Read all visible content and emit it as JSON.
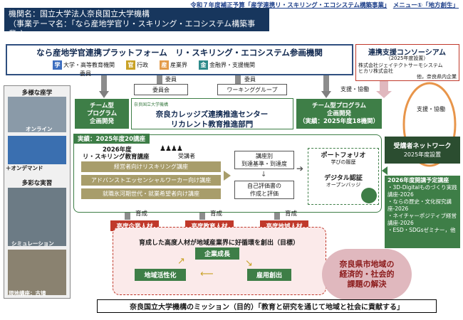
{
  "header": {
    "year_budget": "令和７年度補正予算",
    "project_prefix": "「産学連携リ・スキリング・エコシステム構築事業」",
    "menu": "メニュー①「地方創生」",
    "institution": "機関名：国立大学法人奈良国立大学機構",
    "theme": "（事業テーマ名：「なら産地学官リ・スキリング・エコシステム構築事業」）"
  },
  "platform": {
    "title": "なら産地学官連携プラットフォーム　リ・スキリング・エコシステム参画機関",
    "tags": [
      {
        "mark": "学",
        "label": "大学・高等教育機関",
        "color": "#3d6ebf"
      },
      {
        "mark": "官",
        "label": "行政",
        "color": "#c9a227"
      },
      {
        "mark": "産",
        "label": "産業界",
        "color": "#e39b4a"
      },
      {
        "mark": "金",
        "label": "金融界・支援機関",
        "color": "#2e8b8b"
      }
    ]
  },
  "consortium": {
    "title": "連携支援コンソーシアム",
    "year": "（2025年度設置）",
    "line1": "株式会社ジェイテクトサーモシステム",
    "line2": "ヒカリ株式会社",
    "line3": "他，奈良県内企業"
  },
  "labels": {
    "iin1": "委員",
    "iin2": "委員",
    "iin3": "委員",
    "shien_kyodo1": "支援・協働",
    "shien_kyodo2": "支援・協働",
    "iinkai": "委員会",
    "working_group": "ワーキンググループ"
  },
  "team_left": {
    "line1": "チーム型",
    "line2": "プログラム",
    "line3": "企画開発"
  },
  "team_right": {
    "line1": "チーム型プログラム",
    "line2": "企画開発",
    "line3": "（実績：2025年度18機関）"
  },
  "center": {
    "logo": "奈良国立大学機構",
    "line1": "奈良カレッジズ連携推進センター",
    "line2": "リカレント教育推進部門"
  },
  "left_column": {
    "title1": "多様な座学",
    "online": "オンライン",
    "ondemand": "＋オンデマンド",
    "title2": "多彩な実習",
    "simulation": "シミュレーション",
    "field": "現地講座：古墳"
  },
  "implementation": {
    "result_label": "実績：2025年度20講座",
    "year": "2026年度",
    "course_title": "リ・スキリング教育講座",
    "attendees": "受講者",
    "courses": [
      "経営者向けリスキリング講座",
      "アドバンストエッセンシャルワーカー向け講座",
      "就職氷河期世代・就業希望者向け講座"
    ],
    "eval_box1_l1": "講座別",
    "eval_box1_l2": "到達基準・到達度",
    "eval_box2_l1": "自己評価書の",
    "eval_box2_l2": "作成と評価",
    "portfolio_title": "ポートフォリオ",
    "portfolio_sub": "学びの履歴",
    "digital_title": "デジタル認証",
    "digital_sub": "オープンバッジ"
  },
  "network": {
    "title": "受講者ネットワーク",
    "year": "2025年度設置"
  },
  "plan": {
    "title": "2026年度開講予定講座",
    "items": [
      "3D-Digitalものづくり実践講座-2026",
      "ならの歴史・文化探究講座-2026",
      "ネイチャーポジティブ経営講座-2026",
      "ESD・SDGsゼミナー，他"
    ]
  },
  "ikusei": {
    "a": "育成",
    "b": "育成",
    "c": "育成"
  },
  "talent": {
    "a": "高度企業人材",
    "b": "高度教育人材",
    "c": "高度地域人材"
  },
  "cycle": {
    "title": "育成した高度人材が地域産業界に好循環を創出（目標）",
    "growth": "企業成長",
    "revitalization": "地域活性化",
    "employment": "雇用創出"
  },
  "solution": {
    "line1": "奈良県市地域の",
    "line2": "経済的・社会的",
    "line3": "課題の解決"
  },
  "mission": "奈良国立大学機構のミッション（目的）「教育と研究を通じて地域と社会に貢献する」",
  "colors": {
    "navy": "#17365d",
    "green": "#3e7e47",
    "red": "#c0392b",
    "pink": "#e0b8be",
    "olive": "#a89d6b"
  }
}
